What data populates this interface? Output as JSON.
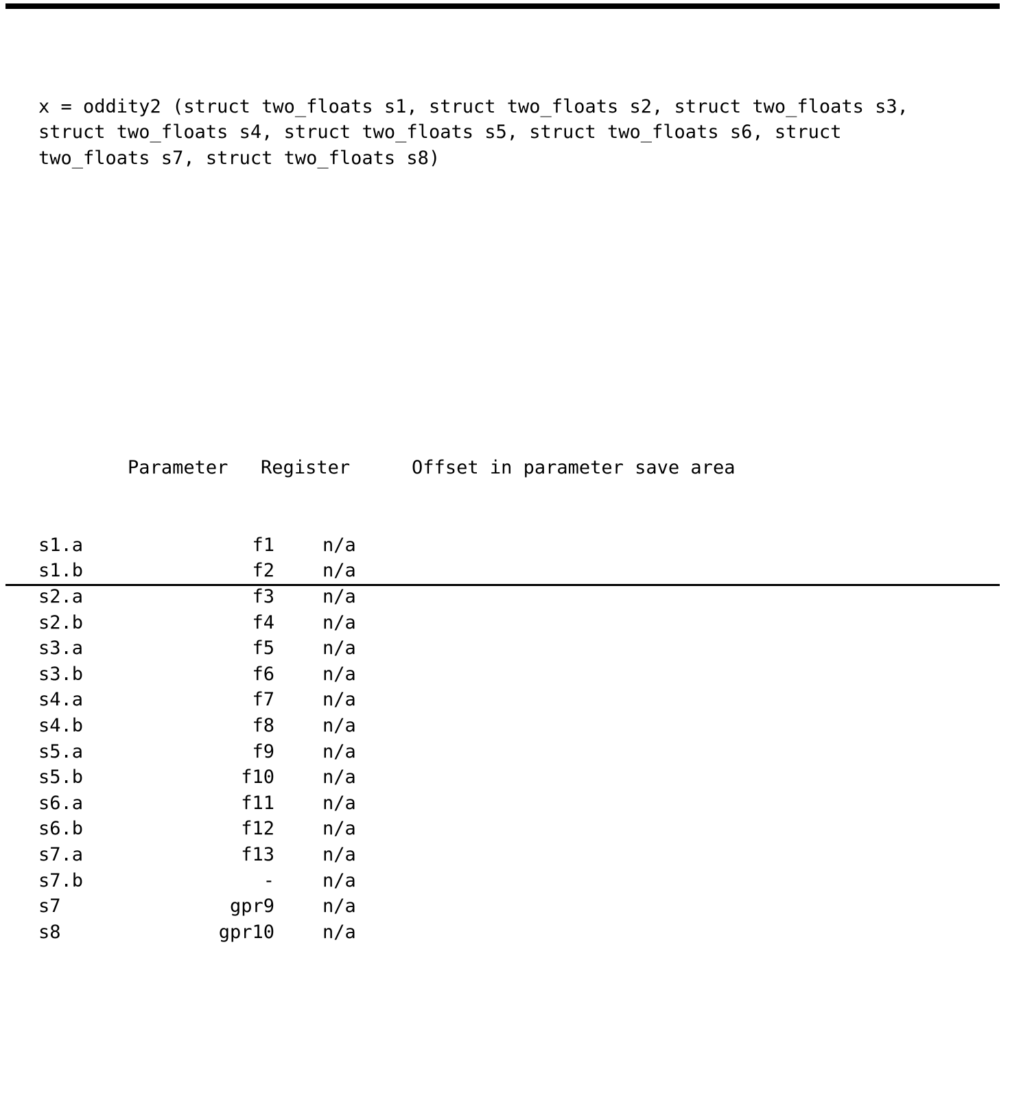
{
  "document": {
    "kind": "abi-parameter-passing-example",
    "signature": "x = oddity2 (struct two_floats s1, struct two_floats s2, struct two_floats s3, struct two_floats s4, struct two_floats s5, struct two_floats s6, struct two_floats s7, struct two_floats s8)"
  },
  "rules": {
    "top": "",
    "bottom": ""
  },
  "table": {
    "headers": {
      "parameter": "Parameter",
      "register": "Register",
      "offset": "Offset in parameter save area"
    },
    "rows": [
      {
        "parameter": "s1.a",
        "register": "f1",
        "offset": "n/a"
      },
      {
        "parameter": "s1.b",
        "register": "f2",
        "offset": "n/a"
      },
      {
        "parameter": "s2.a",
        "register": "f3",
        "offset": "n/a"
      },
      {
        "parameter": "s2.b",
        "register": "f4",
        "offset": "n/a"
      },
      {
        "parameter": "s3.a",
        "register": "f5",
        "offset": "n/a"
      },
      {
        "parameter": "s3.b",
        "register": "f6",
        "offset": "n/a"
      },
      {
        "parameter": "s4.a",
        "register": "f7",
        "offset": "n/a"
      },
      {
        "parameter": "s4.b",
        "register": "f8",
        "offset": "n/a"
      },
      {
        "parameter": "s5.a",
        "register": "f9",
        "offset": "n/a"
      },
      {
        "parameter": "s5.b",
        "register": "f10",
        "offset": "n/a"
      },
      {
        "parameter": "s6.a",
        "register": "f11",
        "offset": "n/a"
      },
      {
        "parameter": "s6.b",
        "register": "f12",
        "offset": "n/a"
      },
      {
        "parameter": "s7.a",
        "register": "f13",
        "offset": "n/a"
      },
      {
        "parameter": "s7.b",
        "register": "-",
        "offset": "n/a"
      },
      {
        "parameter": "s7",
        "register": "gpr9",
        "offset": "n/a"
      },
      {
        "parameter": "s8",
        "register": "gpr10",
        "offset": "n/a"
      }
    ]
  },
  "colors": {
    "background": "#ffffff",
    "text": "#000000",
    "rule": "#000000"
  }
}
